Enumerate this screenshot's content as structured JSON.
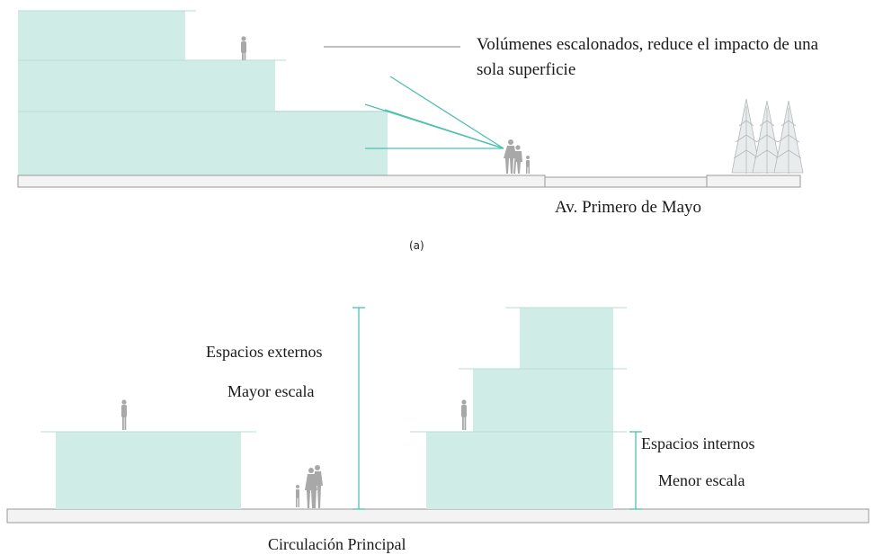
{
  "diagram_a": {
    "annotation_line1": "Volúmenes escalonados, reduce el impacto de una",
    "annotation_line2": "sola superficie",
    "street_label": "Av. Primero de Mayo",
    "caption": "(a)"
  },
  "diagram_b": {
    "external_line1": "Espacios externos",
    "external_line2": "Mayor escala",
    "internal_line1": "Espacios internos",
    "internal_line2": "Menor escala",
    "circulation_label": "Circulación Principal"
  },
  "colors": {
    "volume_fill": "#cfece7",
    "dimension_line": "#4fbfb0",
    "ground": "#f3f3f3",
    "figures": "#a8a8a8"
  }
}
